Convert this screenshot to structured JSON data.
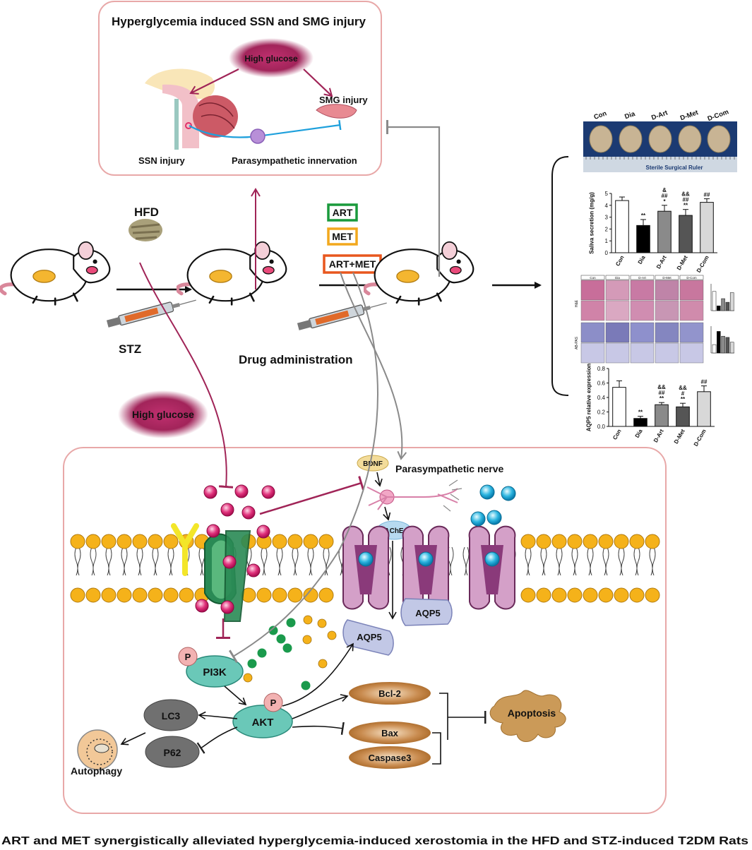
{
  "top_panel": {
    "title": "Hyperglycemia induced SSN and SMG injury",
    "high_glucose": "High glucose",
    "smg_injury": "SMG injury",
    "ssn_injury": "SSN injury",
    "parasympathetic": "Parasympathetic innervation"
  },
  "induction": {
    "hfd": "HFD",
    "stz": "STZ",
    "drug_administration": "Drug administration"
  },
  "treatments": [
    {
      "label": "ART",
      "color": "#1a9a3c"
    },
    {
      "label": "MET",
      "color": "#f2a81d"
    },
    {
      "label": "ART+MET",
      "color": "#e8571e"
    }
  ],
  "results": {
    "groups": [
      "Con",
      "Dia",
      "D-Art",
      "D-Met",
      "D-Com"
    ],
    "ruler_label": "Sterile Surgical Ruler",
    "histology_rows": [
      "H&E",
      "AB-PAS"
    ],
    "saliva_chart": {
      "type": "bar",
      "ylabel": "Saliva secretion (mg/g)",
      "ylim": [
        0,
        5
      ],
      "yticks": [
        "0",
        "1",
        "2",
        "3",
        "4",
        "5"
      ],
      "values": [
        4.4,
        2.3,
        3.5,
        3.15,
        4.25
      ],
      "errors": [
        0.3,
        0.5,
        0.5,
        0.5,
        0.3
      ],
      "annotations": [
        [],
        [
          "**"
        ],
        [
          "&",
          "##",
          "*"
        ],
        [
          "&&",
          "##",
          "**"
        ],
        [
          "##"
        ]
      ],
      "fills": [
        "#ffffff",
        "#000000",
        "#8a8a8a",
        "#555555",
        "#d8d8d8"
      ]
    },
    "aqp5_chart": {
      "type": "bar",
      "ylabel": "AQP5 relative expression",
      "ylim": [
        0,
        0.8
      ],
      "yticks": [
        "0.0",
        "0.2",
        "0.4",
        "0.6",
        "0.8"
      ],
      "values": [
        0.54,
        0.11,
        0.3,
        0.27,
        0.48
      ],
      "errors": [
        0.09,
        0.03,
        0.03,
        0.05,
        0.08
      ],
      "annotations": [
        [],
        [
          "**"
        ],
        [
          "&&",
          "##",
          "**"
        ],
        [
          "&&",
          "#",
          "**"
        ],
        [
          "##"
        ]
      ],
      "fills": [
        "#ffffff",
        "#000000",
        "#8a8a8a",
        "#555555",
        "#d8d8d8"
      ]
    }
  },
  "pathway": {
    "high_glucose": "High glucose",
    "bdnf": "BDNF",
    "parasympathetic_nerve": "Parasympathetic nerve",
    "ache": "AChE",
    "aqp5_membrane": "AQP5",
    "aqp5_free": "AQP5",
    "p": "P",
    "pi3k": "PI3K",
    "akt": "AKT",
    "lc3": "LC3",
    "p62": "P62",
    "autophagy": "Autophagy",
    "bcl2": "Bcl-2",
    "bax": "Bax",
    "caspase3": "Caspase3",
    "apoptosis": "Apoptosis"
  },
  "caption": "ART and MET synergistically alleviated hyperglycemia-induced xerostomia in the HFD and STZ-induced T2DM Rats"
}
